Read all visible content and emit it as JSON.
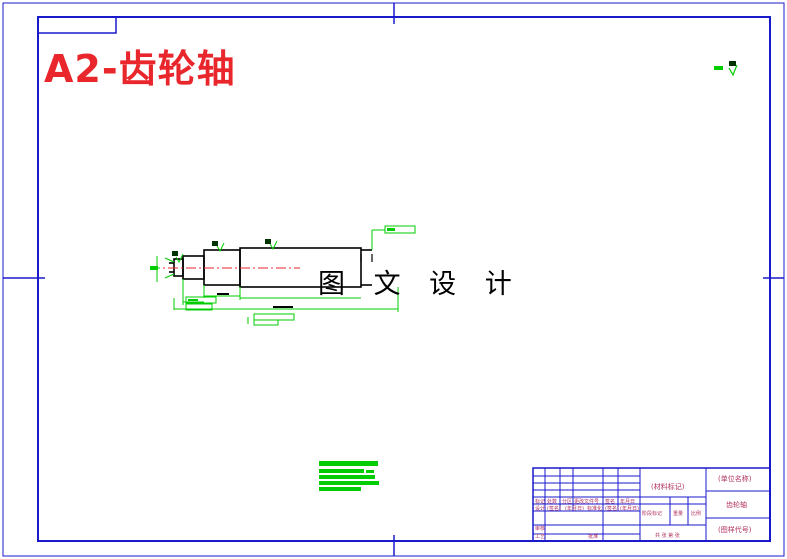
{
  "drawing": {
    "title": "A2-齿轮轴",
    "watermark": "图 文 设 计",
    "colors": {
      "frame": "#1a1acc",
      "title": "#e8262b",
      "annotation": "#00cc00",
      "centerline": "#e8262b",
      "titleblock_text": "#b03060",
      "part": "#000000"
    }
  },
  "title_block": {
    "material_mark": "(材料标记)",
    "company": "(单位名称)",
    "part_name": "齿轮轴",
    "drawing_code": "(图样代号)",
    "row_labels_left": [
      "标记",
      "处数",
      "分区",
      "更改文件号",
      "签名",
      "年月日"
    ],
    "row_labels_2": [
      "设计",
      "(签名)",
      "(年月日)",
      "标准化",
      "(签名)",
      "(年月日)"
    ],
    "stage_labels": [
      "阶段标记",
      "重量",
      "比例"
    ],
    "sheet_labels": "共 张 第 张",
    "review_labels": [
      "审核",
      "工艺"
    ],
    "approve_label": "批准"
  }
}
